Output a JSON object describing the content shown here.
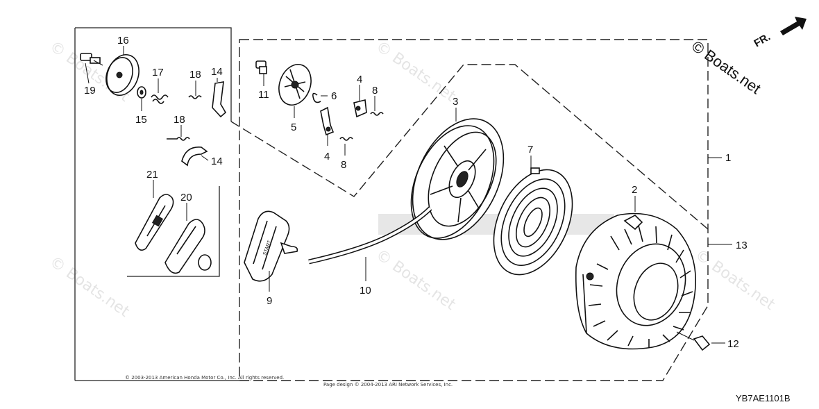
{
  "watermark": {
    "brand": "© Boats.net"
  },
  "direction_label": "FR.",
  "start_label": "START",
  "diagram_code": "YB7AE1101B",
  "copyright": {
    "line1": "© 2003-2013 American Honda Motor Co., Inc. All rights reserved.",
    "line2": "Page design © 2004-2013 ARI Network Services, Inc."
  },
  "callouts": {
    "c1": "1",
    "c2": "2",
    "c3": "3",
    "c4a": "4",
    "c4b": "4",
    "c5": "5",
    "c6": "6",
    "c7": "7",
    "c8a": "8",
    "c8b": "8",
    "c9": "9",
    "c10": "10",
    "c11": "11",
    "c12": "12",
    "c13": "13",
    "c14a": "14",
    "c14b": "14",
    "c15": "15",
    "c16": "16",
    "c17": "17",
    "c18a": "18",
    "c18b": "18",
    "c19": "19",
    "c20": "20",
    "c21": "21"
  }
}
